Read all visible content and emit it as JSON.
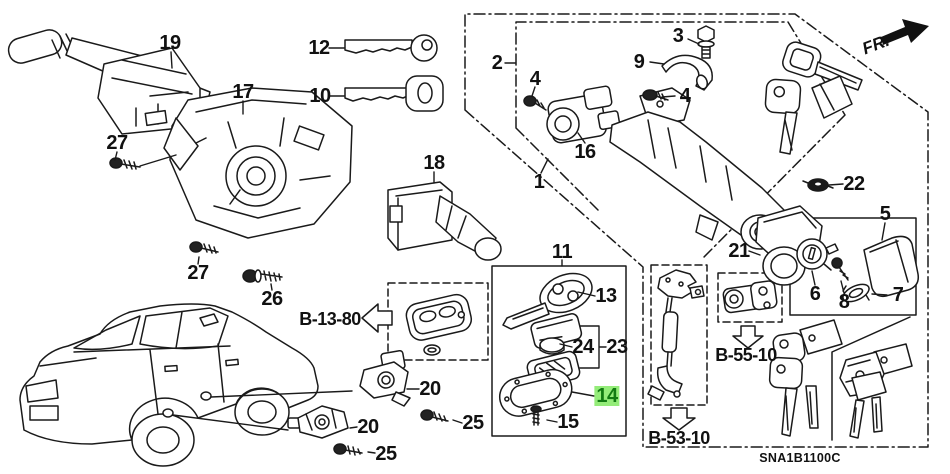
{
  "diagram": {
    "code": "SNA1B1100C",
    "fr_label": "FR.",
    "line_color": "#1a1a1a",
    "bg_color": "#ffffff",
    "highlight": {
      "part": "14",
      "bg": "#94ec79",
      "fg": "#117a11"
    }
  },
  "callouts": {
    "c1": "1",
    "c2": "2",
    "c3": "3",
    "c4a": "4",
    "c4b": "4",
    "c5": "5",
    "c6": "6",
    "c7": "7",
    "c8": "8",
    "c9": "9",
    "c10": "10",
    "c11": "11",
    "c12": "12",
    "c13": "13",
    "c14": "14",
    "c15": "15",
    "c16": "16",
    "c17": "17",
    "c18": "18",
    "c19": "19",
    "c20a": "20",
    "c20b": "20",
    "c21": "21",
    "c22": "22",
    "c23": "23",
    "c24": "24",
    "c25a": "25",
    "c25b": "25",
    "c26": "26",
    "c27a": "27",
    "c27b": "27"
  },
  "refs": {
    "b1380": "B-13-80",
    "b5510": "B-55-10",
    "b5310": "B-53-10"
  }
}
